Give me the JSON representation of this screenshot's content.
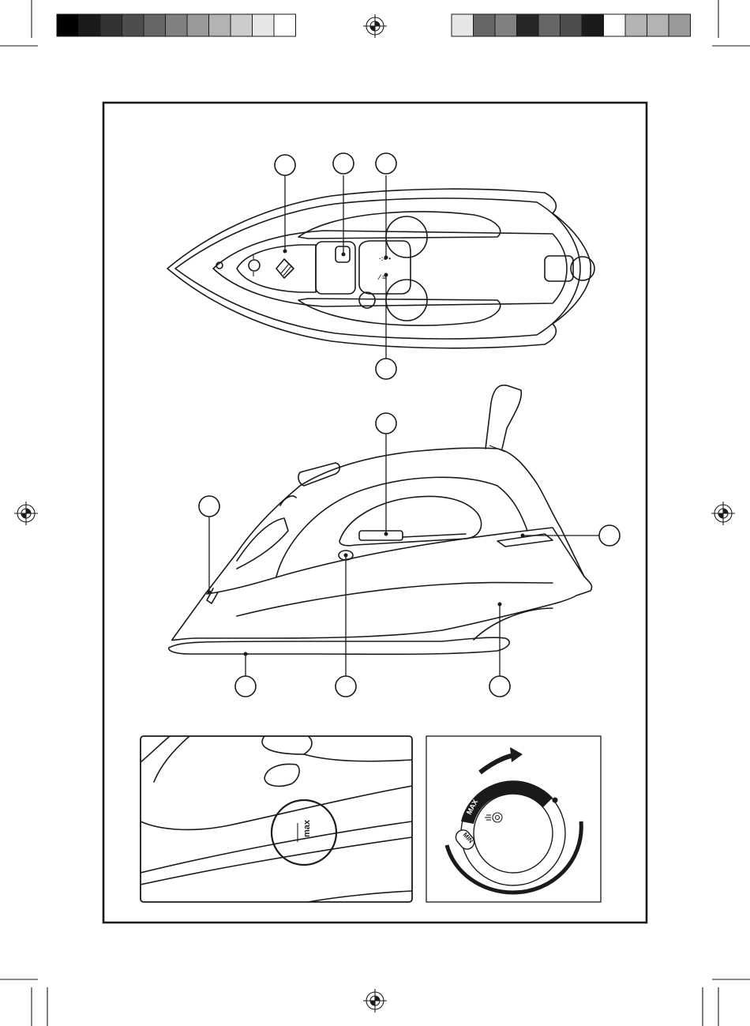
{
  "colors": {
    "line": "#1a1a1a",
    "background": "#ffffff",
    "print_bar_left": [
      "#000000",
      "#1a1a1a",
      "#333333",
      "#4d4d4d",
      "#666666",
      "#808080",
      "#999999",
      "#b3b3b3",
      "#cccccc",
      "#e6e6e6",
      "#ffffff"
    ],
    "print_bar_right": [
      "#e6e6e6",
      "#666666",
      "#808080",
      "#262626",
      "#666666",
      "#4d4d4d",
      "#1a1a1a",
      "#ffffff",
      "#b3b3b3",
      "#b3b3b3",
      "#999999"
    ]
  },
  "callouts": {
    "top_view": [
      "",
      "",
      "",
      ""
    ],
    "side_view": [
      "",
      "",
      "",
      "",
      "",
      ""
    ]
  },
  "detail_left": {
    "marking": "max"
  },
  "detail_right": {
    "max_label": "MAX",
    "min_label": "MIN"
  }
}
